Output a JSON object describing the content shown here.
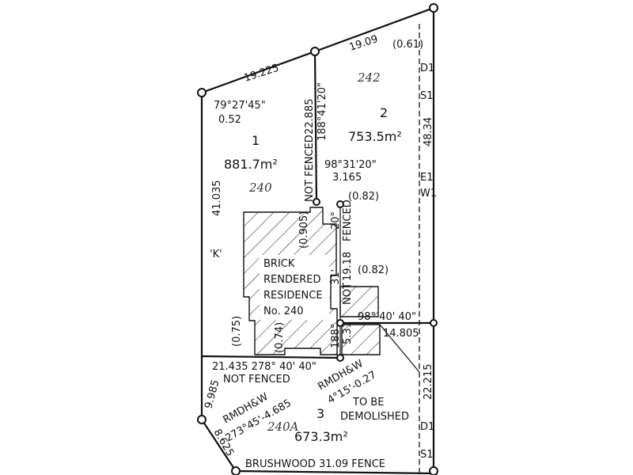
{
  "lots": [
    {
      "number": "1",
      "area": "881.7m²",
      "hand_note": "240"
    },
    {
      "number": "2",
      "area": "753.5m²",
      "hand_note": "242"
    },
    {
      "number": "3",
      "area": "673.3m²",
      "hand_note": "240A"
    }
  ],
  "boundary_labels": {
    "top_left_len": "19.225",
    "top_right_len": "19.09",
    "corner_offset": "(0.61)",
    "angle_1": "79°27'45\"",
    "offset_1": "0.52",
    "left_side": "41.035",
    "divider_len": "22.885",
    "divider_bearing": "188°41'20\"",
    "not_fenced_1": "NOT FENCED",
    "right_side": "48.34",
    "angle_2": "98°31'20\"",
    "len_3165": "3.165",
    "offset_082a": "(0.82)",
    "offset_0905": "(0.905)",
    "vertical_20": "20°",
    "fenced": "FENCED",
    "len_1918": "19.18",
    "not_label": "NOT",
    "v_31": "31'",
    "offset_082b": "(0.82)",
    "bearing_right": "98°   40'  40\"",
    "len_14805": "14.805",
    "len_531": "5.31",
    "v_188": "188°",
    "offset_075": "(0.75)",
    "offset_074": "(0.74)",
    "bottom_bearing": "21.435  278°  40'  40\"",
    "not_fenced_2": "NOT FENCED",
    "left_lower": "9.985",
    "rmdhw_1": "RMDH&W",
    "rmdhw_1_val": "273°45'-4.685",
    "rmdhw_2": "RMDH&W",
    "rmdhw_2_val": "4°15'-0.27",
    "to_be": "TO BE",
    "demolished": "DEMOLISHED",
    "len_8625": "8.625",
    "brushwood": "BRUSHWOOD  31.09  FENCE",
    "right_lower": "22.215",
    "k_label": "'K'"
  },
  "residence": [
    "BRICK",
    "RENDERED",
    "RESIDENCE",
    "No. 240"
  ],
  "side_letters": [
    "D1",
    "S1",
    "E1",
    "W1",
    "D1",
    "S1"
  ]
}
